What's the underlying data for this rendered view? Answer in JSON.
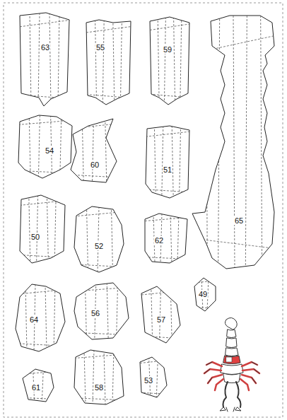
{
  "diagram": {
    "nodes": [
      {
        "text": [
          "63"
        ]
      },
      {
        "text": [
          "55"
        ]
      },
      {
        "text": [
          "59"
        ]
      },
      {
        "text": [
          "65"
        ]
      },
      {
        "text": [
          "54"
        ]
      },
      {
        "text": [
          "60"
        ]
      },
      {
        "text": [
          "51"
        ]
      },
      {
        "text": [
          "50"
        ]
      },
      {
        "text": [
          "52"
        ]
      },
      {
        "text": [
          "62"
        ]
      },
      {
        "text": [
          "64"
        ]
      },
      {
        "text": [
          "56"
        ]
      },
      {
        "text": [
          "57"
        ]
      },
      {
        "text": [
          "49"
        ]
      },
      {
        "text": [
          "61"
        ]
      },
      {
        "text": [
          "58"
        ]
      },
      {
        "text": [
          "53"
        ]
      }
    ]
  }
}
